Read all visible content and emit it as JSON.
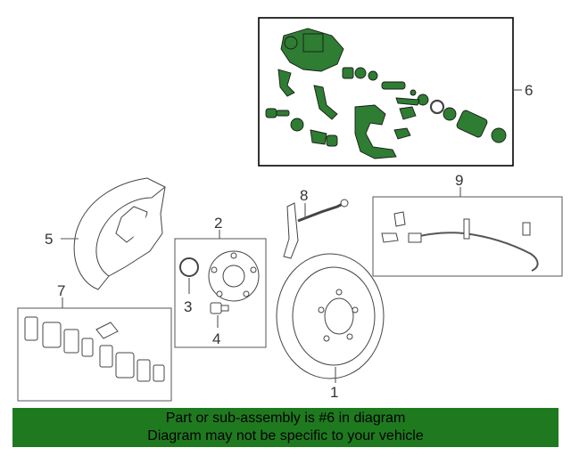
{
  "callouts": {
    "c1": "1",
    "c2": "2",
    "c3": "3",
    "c4": "4",
    "c5": "5",
    "c6": "6",
    "c7": "7",
    "c8": "8",
    "c9": "9"
  },
  "banner": {
    "line1": "Part or sub-assembly is #6 in diagram",
    "line2": "Diagram may not be specific to your vehicle"
  },
  "colors": {
    "highlight_part": "#2e7d32",
    "banner_bg": "#1f7a1f"
  }
}
